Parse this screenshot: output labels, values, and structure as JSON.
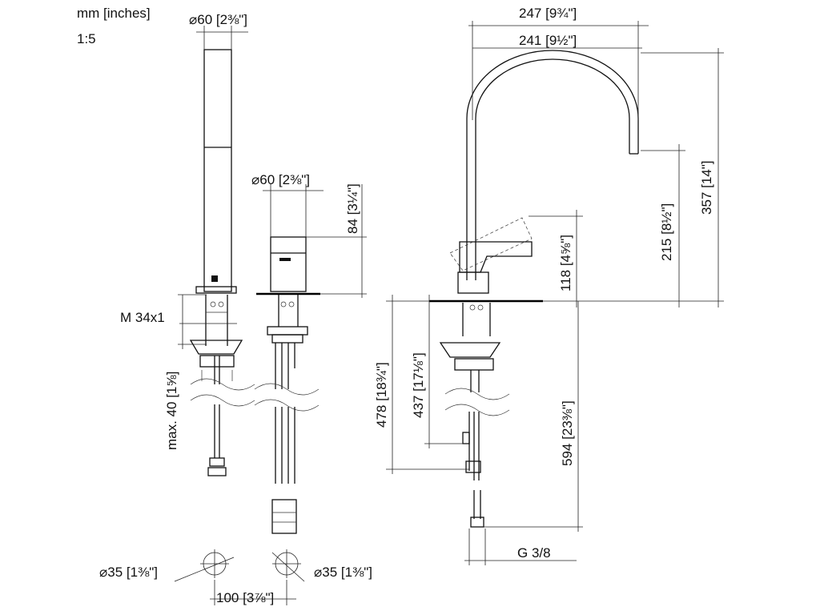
{
  "units": "mm [inches]",
  "scale": "1:5",
  "labels": {
    "d60_a": "60",
    "d60_b": "60",
    "d35_a": "35",
    "d35_b": "35",
    "m34": "M 34x1",
    "d84": "84",
    "max40": "max. 40",
    "d247": "247",
    "d241": "241",
    "d357": "357",
    "d215": "215",
    "d118": "118",
    "d478": "478",
    "d437": "437",
    "d594": "594",
    "d100": "100",
    "g38": "G 3/8"
  },
  "fractions": {
    "f2_3_8": "2⅜\"",
    "f3_1_4": "3¼\"",
    "f1_5_8": "1⅝",
    "f9_3_4": "9¾\"",
    "f9_1_2": "9½\"",
    "f14": "14\"",
    "f8_1_2": "8½\"",
    "f4_5_8": "4⅝\"",
    "f18_3_4": "18¾\"",
    "f17_1_8": "17⅛\"",
    "f23_3_8": "23⅜\"",
    "f1_3_8": "1⅜\"",
    "f3_7_8": "3⅞\""
  }
}
